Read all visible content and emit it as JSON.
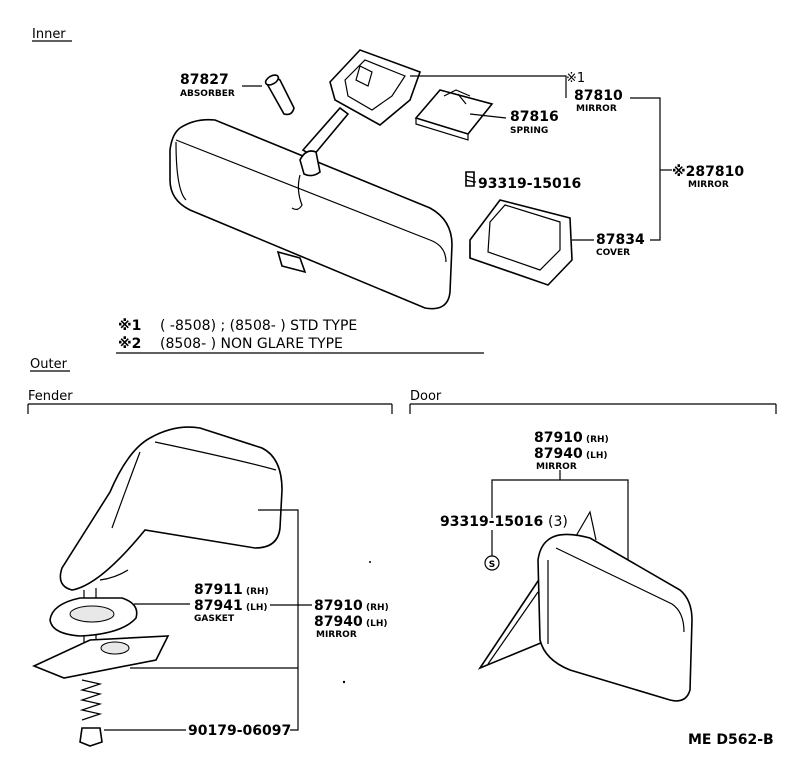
{
  "sections": {
    "inner": "Inner",
    "outer": "Outer",
    "fender": "Fender",
    "door": "Door"
  },
  "inner_parts": {
    "absorber": {
      "number": "87827",
      "name": "ABSORBER"
    },
    "mirror1": {
      "mark": "※1",
      "number": "87810",
      "name": "MIRROR"
    },
    "spring": {
      "number": "87816",
      "name": "SPRING"
    },
    "screw": {
      "number": "93319-15016"
    },
    "mirror2": {
      "number": "※287810",
      "name": "MIRROR"
    },
    "cover": {
      "number": "87834",
      "name": "COVER"
    }
  },
  "notes": [
    {
      "mark": "※1",
      "text": "(        -8508) ; (8508-        ) STD TYPE"
    },
    {
      "mark": "※2",
      "text": "(8508-        ) NON GLARE TYPE"
    }
  ],
  "fender_parts": {
    "gasket_rh": {
      "number": "87911",
      "suffix": "(RH)"
    },
    "gasket_lh": {
      "number": "87941",
      "suffix": "(LH)"
    },
    "gasket_name": "GASKET",
    "mirror_rh": {
      "number": "87910",
      "suffix": "(RH)"
    },
    "mirror_lh": {
      "number": "87940",
      "suffix": "(LH)"
    },
    "mirror_name": "MIRROR",
    "nut": {
      "number": "90179-06097"
    }
  },
  "door_parts": {
    "mirror_rh": {
      "number": "87910",
      "suffix": "(RH)"
    },
    "mirror_lh": {
      "number": "87940",
      "suffix": "(LH)"
    },
    "mirror_name": "MIRROR",
    "screw": {
      "number": "93319-15016",
      "qty": "(3)"
    },
    "screw_symbol": "S"
  },
  "figure_code": "ME D562-B"
}
